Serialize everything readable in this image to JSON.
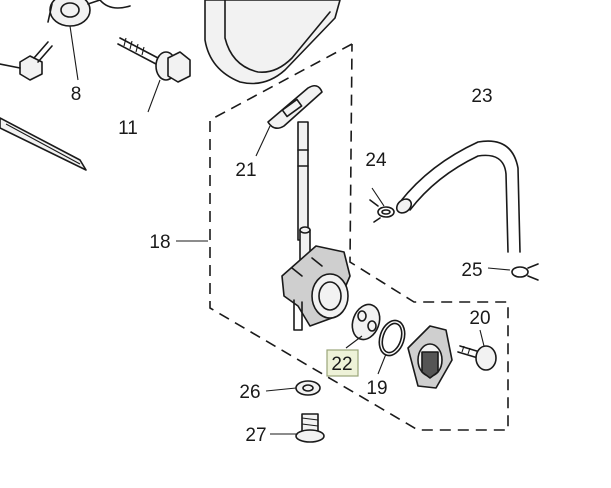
{
  "diagram": {
    "labels": {
      "p8": "8",
      "p11": "11",
      "p18": "18",
      "p19": "19",
      "p20": "20",
      "p21": "21",
      "p22": "22",
      "p23": "23",
      "p24": "24",
      "p25": "25",
      "p26": "26",
      "p27": "27"
    },
    "highlighted_part": "22",
    "colors": {
      "ink": "#1a1a1a",
      "highlight_fill": "#eef2d8",
      "highlight_border": "#9aa57a"
    }
  }
}
